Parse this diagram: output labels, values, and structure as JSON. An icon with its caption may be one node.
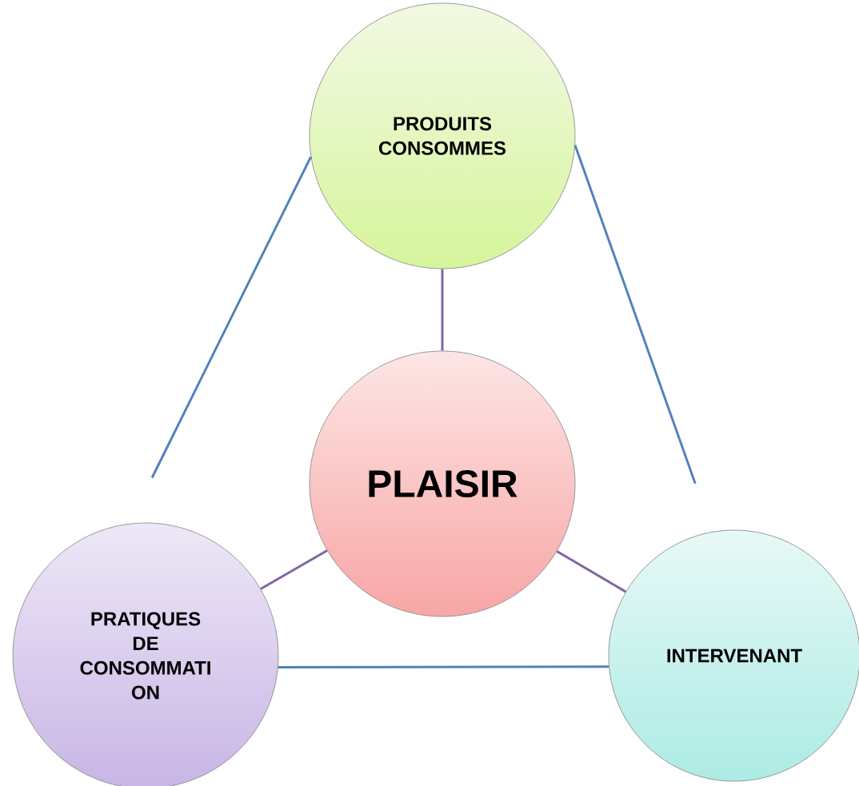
{
  "diagram": {
    "nodes": [
      {
        "text": [
          "PRODUITS CONSOMMES"
        ]
      },
      {
        "text": [
          "PLAISIR"
        ]
      },
      {
        "text": [
          "PRATIQUES DE CONSOMMATI ON"
        ]
      },
      {
        "text": [
          "INTERVENANT"
        ]
      }
    ],
    "edges": [
      {
        "from": 0,
        "to": 1,
        "arrow": "none",
        "color": "#8064a2"
      },
      {
        "from": 1,
        "to": 2,
        "arrow": "none",
        "color": "#8064a2"
      },
      {
        "from": 1,
        "to": 3,
        "arrow": "none",
        "color": "#8064a2"
      },
      {
        "from": 0,
        "to": 2,
        "arrow": "none"
      },
      {
        "from": 0,
        "to": 3,
        "arrow": "none"
      },
      {
        "from": 2,
        "to": 3,
        "arrow": "none"
      }
    ]
  }
}
